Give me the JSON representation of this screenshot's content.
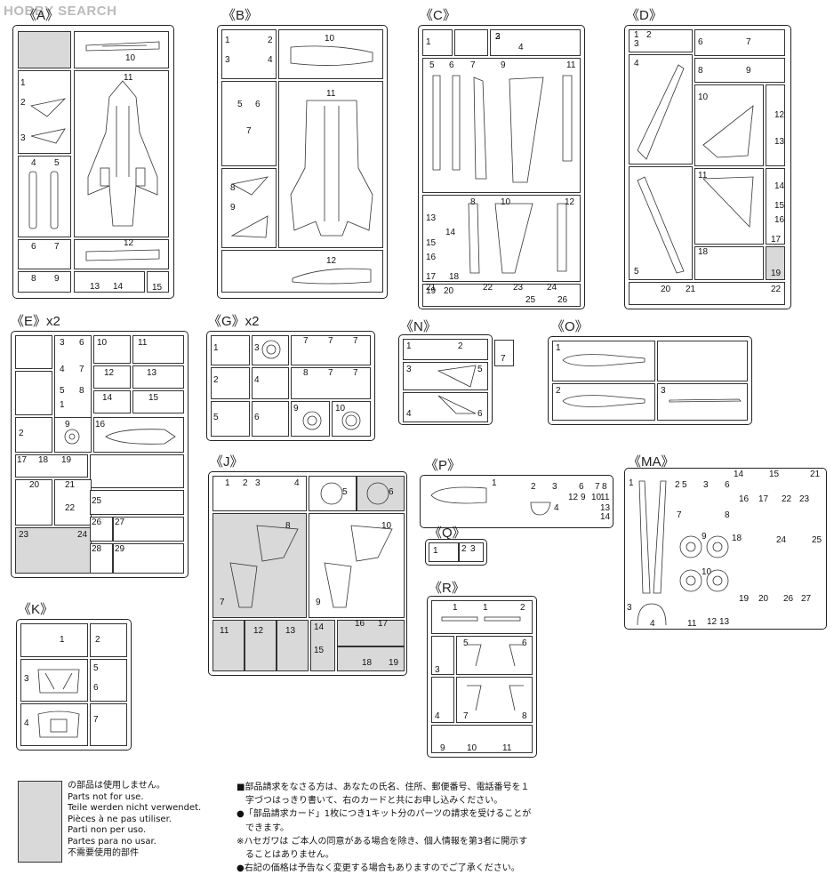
{
  "watermark": "HOBBY SEARCH",
  "sprues": {
    "A": {
      "title": "《A》",
      "parts": [
        "10",
        "1",
        "2",
        "3",
        "11",
        "4",
        "5",
        "6",
        "7",
        "12",
        "8",
        "9",
        "13",
        "14",
        "15"
      ]
    },
    "B": {
      "title": "《B》",
      "parts": [
        "1",
        "2",
        "3",
        "4",
        "10",
        "5",
        "6",
        "11",
        "7",
        "8",
        "9",
        "12"
      ]
    },
    "C": {
      "title": "《C》",
      "parts": [
        "1",
        "2",
        "3",
        "4",
        "5",
        "6",
        "7",
        "9",
        "11",
        "8",
        "10",
        "12",
        "13",
        "14",
        "15",
        "16",
        "17",
        "18",
        "19",
        "20",
        "21",
        "22",
        "23",
        "24",
        "25",
        "26"
      ]
    },
    "D": {
      "title": "《D》",
      "parts": [
        "1",
        "2",
        "3",
        "6",
        "7",
        "4",
        "8",
        "9",
        "10",
        "12",
        "13",
        "11",
        "14",
        "15",
        "16",
        "17",
        "5",
        "18",
        "19",
        "20",
        "21",
        "22"
      ]
    },
    "E": {
      "title": "《E》x2",
      "parts": [
        "3",
        "6",
        "10",
        "11",
        "4",
        "7",
        "12",
        "13",
        "5",
        "8",
        "1",
        "14",
        "15",
        "9",
        "2",
        "16",
        "17",
        "18",
        "19",
        "20",
        "21",
        "22",
        "25",
        "26",
        "27",
        "23",
        "24",
        "28",
        "29"
      ]
    },
    "G": {
      "title": "《G》x2",
      "parts": [
        "1",
        "3",
        "7",
        "7",
        "7",
        "2",
        "4",
        "8",
        "7",
        "7",
        "5",
        "6",
        "9",
        "10"
      ]
    },
    "N": {
      "title": "《N》",
      "parts": [
        "1",
        "2",
        "7",
        "3",
        "5",
        "4",
        "6"
      ]
    },
    "O": {
      "title": "《O》",
      "parts": [
        "1",
        "2",
        "3"
      ]
    },
    "J": {
      "title": "《J》",
      "parts": [
        "1",
        "2",
        "3",
        "4",
        "5",
        "6",
        "8",
        "10",
        "7",
        "9",
        "11",
        "12",
        "13",
        "14",
        "15",
        "16",
        "17",
        "18",
        "19"
      ]
    },
    "K": {
      "title": "《K》",
      "parts": [
        "1",
        "2",
        "3",
        "5",
        "6",
        "4",
        "7"
      ]
    },
    "P": {
      "title": "《P》",
      "parts": [
        "1",
        "2",
        "3",
        "6",
        "7",
        "8",
        "12",
        "9",
        "10",
        "11",
        "13",
        "14",
        "4"
      ]
    },
    "Q": {
      "title": "《Q》",
      "parts": [
        "1",
        "2",
        "3"
      ]
    },
    "R": {
      "title": "《R》",
      "parts": [
        "1",
        "1",
        "2",
        "3",
        "5",
        "6",
        "4",
        "7",
        "8",
        "9",
        "10",
        "11"
      ]
    },
    "MA": {
      "title": "《MA》",
      "parts": [
        "1",
        "2",
        "5",
        "3",
        "6",
        "14",
        "15",
        "21",
        "16",
        "17",
        "22",
        "23",
        "7",
        "8",
        "9",
        "18",
        "24",
        "25",
        "10",
        "19",
        "20",
        "26",
        "27",
        "3",
        "4",
        "11",
        "12",
        "13"
      ]
    }
  },
  "legend_lines": [
    "の部品は使用しません。",
    "Parts not for use.",
    "Teile werden nicht verwendet.",
    "Pièces à ne pas utiliser.",
    "Parti non per uso.",
    "Partes para no usar.",
    "不需要使用的部件"
  ],
  "notes": [
    "■部品請求をなさる方は、あなたの氏名、住所、郵便番号、電話番号を１",
    "　字づつはっきり書いて、右のカードと共にお申し込みください。",
    "●「部品請求カード」1枚につき1キット分のパーツの請求を受けることが",
    "　できます。",
    "※ハセガワは ご本人の同意がある場合を除き、個人情報を第3者に開示す",
    "　ることはありません。",
    "●右記の価格は予告なく変更する場合もありますのでご了承ください。"
  ]
}
